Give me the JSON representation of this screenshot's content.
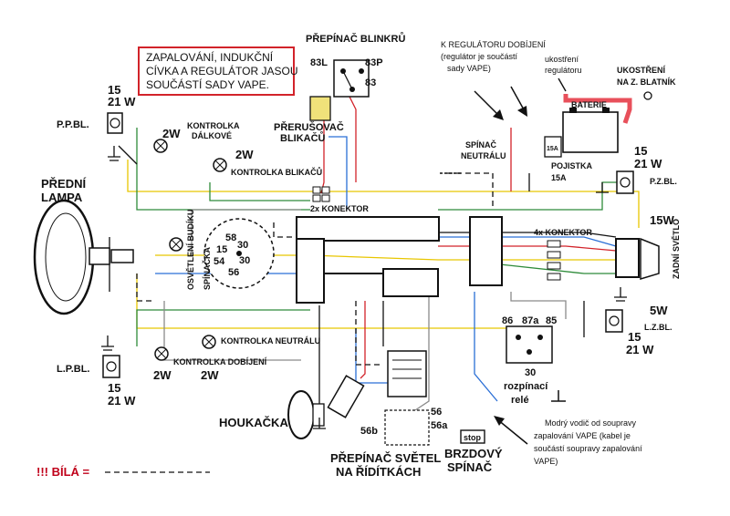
{
  "colors": {
    "black": "#111111",
    "red": "#d2232a",
    "blue": "#2a6fd6",
    "green": "#2e8b3a",
    "yellow": "#e8c600",
    "grey": "#8a8a8a",
    "white_wire": "#cfcfcf",
    "warning": "#c0001a",
    "note_border": "#d2232a",
    "ground_strip": "#e8505b"
  },
  "labels": {
    "note_line1": "ZAPALOVÁNÍ, INDUKČNÍ",
    "note_line2": "CÍVKA A REGULÁTOR JASOU",
    "note_line3": "SOUČÁSTÍ SADY VAPE.",
    "blinker_switch_title": "PŘEPÍNAČ BLINKRŮ",
    "t83l": "83L",
    "t83p": "83P",
    "t83": "83",
    "flasher_line1": "PŘERUŠOVAČ",
    "flasher_line2": "BLIKAČŮ",
    "front_pos_power_a": "15",
    "front_pos_power_b": "21 W",
    "ppbl": "P.P.BL.",
    "kontrolka_dalkove_1": "KONTROLKA",
    "kontrolka_dalkove_2": "DÁLKOVÉ",
    "w2_a": "2W",
    "w2_b": "2W",
    "kontrolka_blikacu": "KONTROLKA BLIKAČŮ",
    "konektor_2x": "2x KONEKTOR",
    "regulator_title": "K REGULÁTORU DOBÍJENÍ",
    "regulator_sub1": "(regulátor je součástí",
    "regulator_sub2": "sady VAPE)",
    "ukostreni_reg1": "ukostření",
    "ukostreni_reg2": "regulátoru",
    "ukostreni_blatnik1": "UKOSTŘENÍ",
    "ukostreni_blatnik2": "NA Z. BLATNÍK",
    "baterie": "BATERIE",
    "fuse_label": "15A",
    "pojistka1": "POJISTKA",
    "pojistka2": "15A",
    "neutral_switch1": "SPÍNAČ",
    "neutral_switch2": "NEUTRÁLU",
    "pzbl_a": "15",
    "pzbl_b": "21 W",
    "pzbl": "P.Z.BL.",
    "front_lamp1": "PŘEDNÍ",
    "front_lamp2": "LAMPA",
    "speedo_light": "OSVĚTLENÍ BUDÍKU",
    "ignition_switch": "SPÍNAČKA",
    "t58": "58",
    "t15": "15",
    "t54": "54",
    "t56": "56",
    "t30a": "30",
    "t30b": "30",
    "konektor_4x": "4x KONEKTOR",
    "w15": "15W",
    "rear_light": "ZADNÍ SVĚTLO",
    "w5": "5W",
    "lzbl": "L.Z.BL.",
    "lzbl_a": "15",
    "lzbl_b": "21 W",
    "relay_86": "86",
    "relay_87a": "87a",
    "relay_85": "85",
    "relay_30": "30",
    "relay1": "rozpínací",
    "relay2": "relé",
    "kontrolka_neutralu": "KONTROLKA NEUTRÁLU",
    "kontrolka_dobijeni": "KONTROLKA DOBÍJENÍ",
    "w2_c": "2W",
    "w2_d": "2W",
    "lpbl": "L.P.BL.",
    "lpbl_a": "15",
    "lpbl_b": "21 W",
    "houkacka": "HOUKAČKA",
    "t56b": "56b",
    "t56a": "56a",
    "light_switch1": "PŘEPÍNAČ SVĚTEL",
    "light_switch2": "NA ŘÍDÍTKÁCH",
    "stop": "stop",
    "brake1": "BRZDOVÝ",
    "brake2": "SPÍNAČ",
    "blue_note1": "Modrý vodič od soupravy",
    "blue_note2": "zapalování VAPE (kabel je",
    "blue_note3": "součástí soupravy zapalování",
    "blue_note4": "VAPE)",
    "white_legend": "!!! BÍLÁ ="
  }
}
